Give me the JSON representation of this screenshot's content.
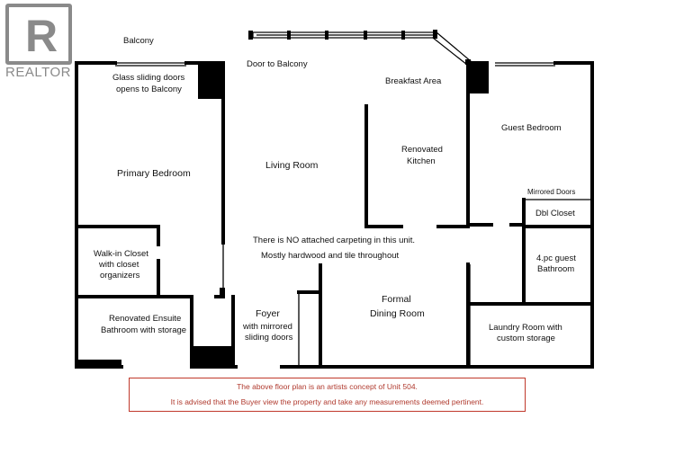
{
  "logo": {
    "word": "REALTOR",
    "letter": "R"
  },
  "labels": {
    "balcony": "Balcony",
    "glass_doors_1": "Glass sliding doors",
    "glass_doors_2": "opens to Balcony",
    "door_to_balcony": "Door to Balcony",
    "breakfast_area": "Breakfast Area",
    "primary_bedroom": "Primary Bedroom",
    "living_room": "Living Room",
    "kitchen_1": "Renovated",
    "kitchen_2": "Kitchen",
    "guest_bedroom": "Guest Bedroom",
    "mirrored_doors": "Mirrored Doors",
    "dbl_closet": "Dbl Closet",
    "no_carpet": "There is NO attached carpeting in this unit.",
    "hardwood": "Mostly hardwood and tile throughout",
    "walkin_1": "Walk-in Closet",
    "walkin_2": "with closet",
    "walkin_3": "organizers",
    "bath_guest_1": "4.pc  guest",
    "bath_guest_2": "Bathroom",
    "foyer_1": "Foyer",
    "foyer_2": "with mirrored",
    "foyer_3": "sliding doors",
    "formal_1": "Formal",
    "formal_2": "Dining Room",
    "ensuite_1": "Renovated Ensuite",
    "ensuite_2": "Bathroom with storage",
    "laundry_1": "Laundry Room with",
    "laundry_2": "custom storage"
  },
  "disclaimer": {
    "line1": "The above floor plan is an artists concept of Unit 504.",
    "line2": "It is advised that the Buyer view the property and take any measurements deemed pertinent."
  },
  "colors": {
    "wall": "#000000",
    "logo": "#8a8a8a",
    "disclaimer": "#b03a2e"
  }
}
